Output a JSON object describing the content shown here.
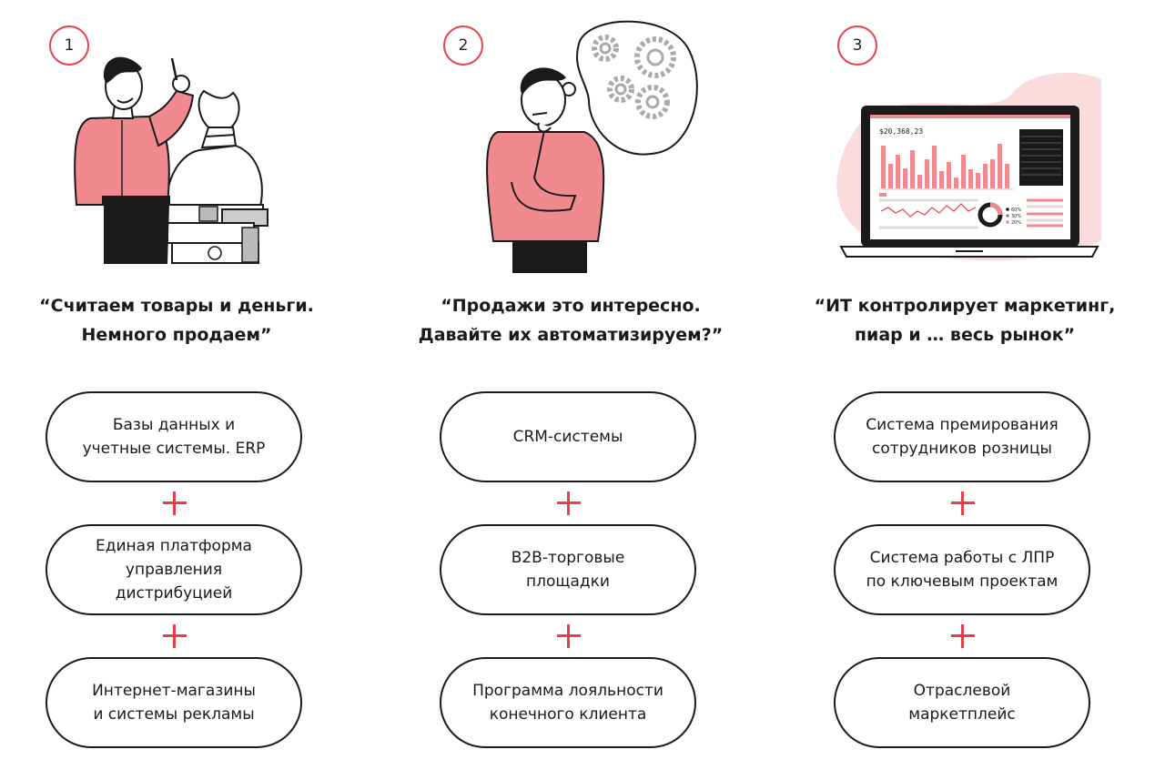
{
  "columns": [
    {
      "number": "1",
      "quote": [
        "“Считаем товары и деньги.",
        "Немного продаем”"
      ],
      "items": [
        [
          "Базы данных и",
          "учетные системы. ERP"
        ],
        [
          "Единая платформа",
          "управления",
          "дистрибуцией"
        ],
        [
          "Интернет-магазины",
          "и системы рекламы"
        ]
      ]
    },
    {
      "number": "2",
      "quote": [
        "“Продажи это интересно.",
        "Давайте их автоматизируем?”"
      ],
      "items": [
        [
          "CRM-системы"
        ],
        [
          "B2B-торговые",
          "площадки"
        ],
        [
          "Программа лояльности",
          "конечного клиента"
        ]
      ]
    },
    {
      "number": "3",
      "quote": [
        "“ИТ контролирует маркетинг,",
        "пиар и … весь рынок”"
      ],
      "items": [
        [
          "Система премирования",
          "сотрудников розницы"
        ],
        [
          "Система работы с ЛПР",
          "по ключевым проектам"
        ],
        [
          "Отраслевой",
          "маркетплейс"
        ]
      ]
    }
  ],
  "laptop": {
    "amount": "$20,368,23",
    "legend": [
      "60%",
      "30%",
      "20%"
    ]
  },
  "colors": {
    "accent": "#e8404a",
    "pink": "#f08a8f",
    "blush": "#fbdcdd",
    "ink": "#1a1a1a"
  }
}
